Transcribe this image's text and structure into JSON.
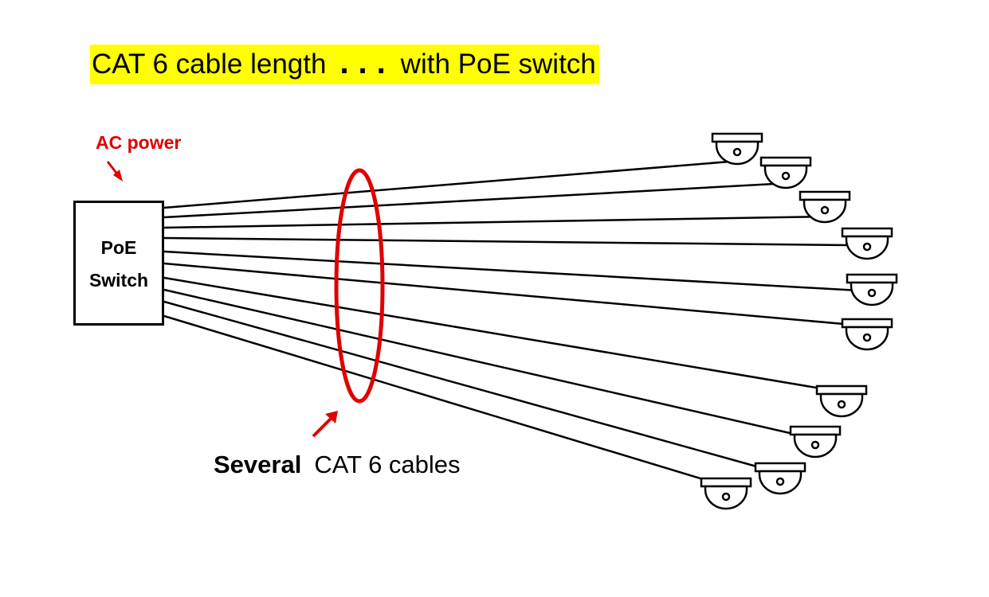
{
  "title": {
    "before": "CAT 6 cable length",
    "dots": "...",
    "after": "with PoE switch",
    "highlight_color": "#ffff00"
  },
  "ac_power_label": "AC power",
  "switch": {
    "line1": "PoE",
    "line2": "Switch"
  },
  "cables_label": {
    "bold": "Several",
    "normal": "CAT 6 cables"
  },
  "camera_icon": "dome-camera-icon",
  "colors": {
    "accent_red": "#e00000",
    "line": "#000000"
  }
}
